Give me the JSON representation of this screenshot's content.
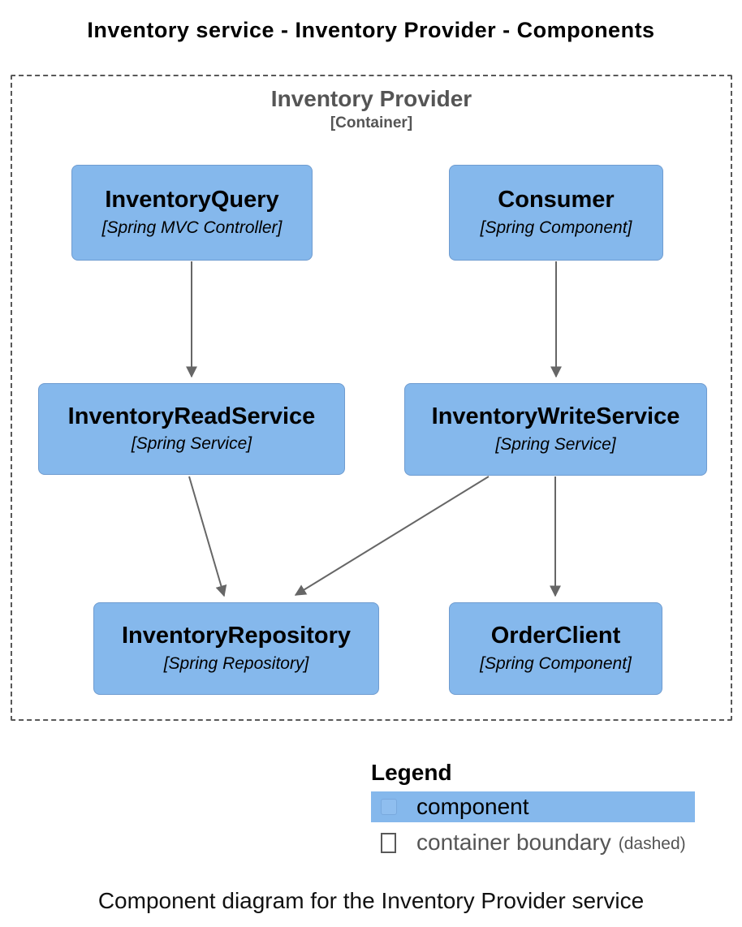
{
  "title": "Inventory service - Inventory Provider - Components",
  "container": {
    "name": "Inventory Provider",
    "meta": "[Container]"
  },
  "components": [
    {
      "name": "InventoryQuery",
      "meta": "[Spring MVC Controller]"
    },
    {
      "name": "Consumer",
      "meta": "[Spring Component]"
    },
    {
      "name": "InventoryReadService",
      "meta": "[Spring Service]"
    },
    {
      "name": "InventoryWriteService",
      "meta": "[Spring Service]"
    },
    {
      "name": "InventoryRepository",
      "meta": "[Spring Repository]"
    },
    {
      "name": "OrderClient",
      "meta": "[Spring Component]"
    }
  ],
  "relationships": [
    {
      "from": "InventoryQuery",
      "to": "InventoryReadService"
    },
    {
      "from": "Consumer",
      "to": "InventoryWriteService"
    },
    {
      "from": "InventoryReadService",
      "to": "InventoryRepository"
    },
    {
      "from": "InventoryWriteService",
      "to": "InventoryRepository"
    },
    {
      "from": "InventoryWriteService",
      "to": "OrderClient"
    }
  ],
  "legend": {
    "title": "Legend",
    "component_label": "component",
    "boundary_label": "container boundary",
    "boundary_suffix": "(dashed)"
  },
  "caption": "Component diagram for the Inventory Provider service",
  "colors": {
    "component_fill": "#85B8EC",
    "component_border": "#6F9CD0",
    "boundary_gray": "#595959",
    "arrow_gray": "#666666"
  }
}
